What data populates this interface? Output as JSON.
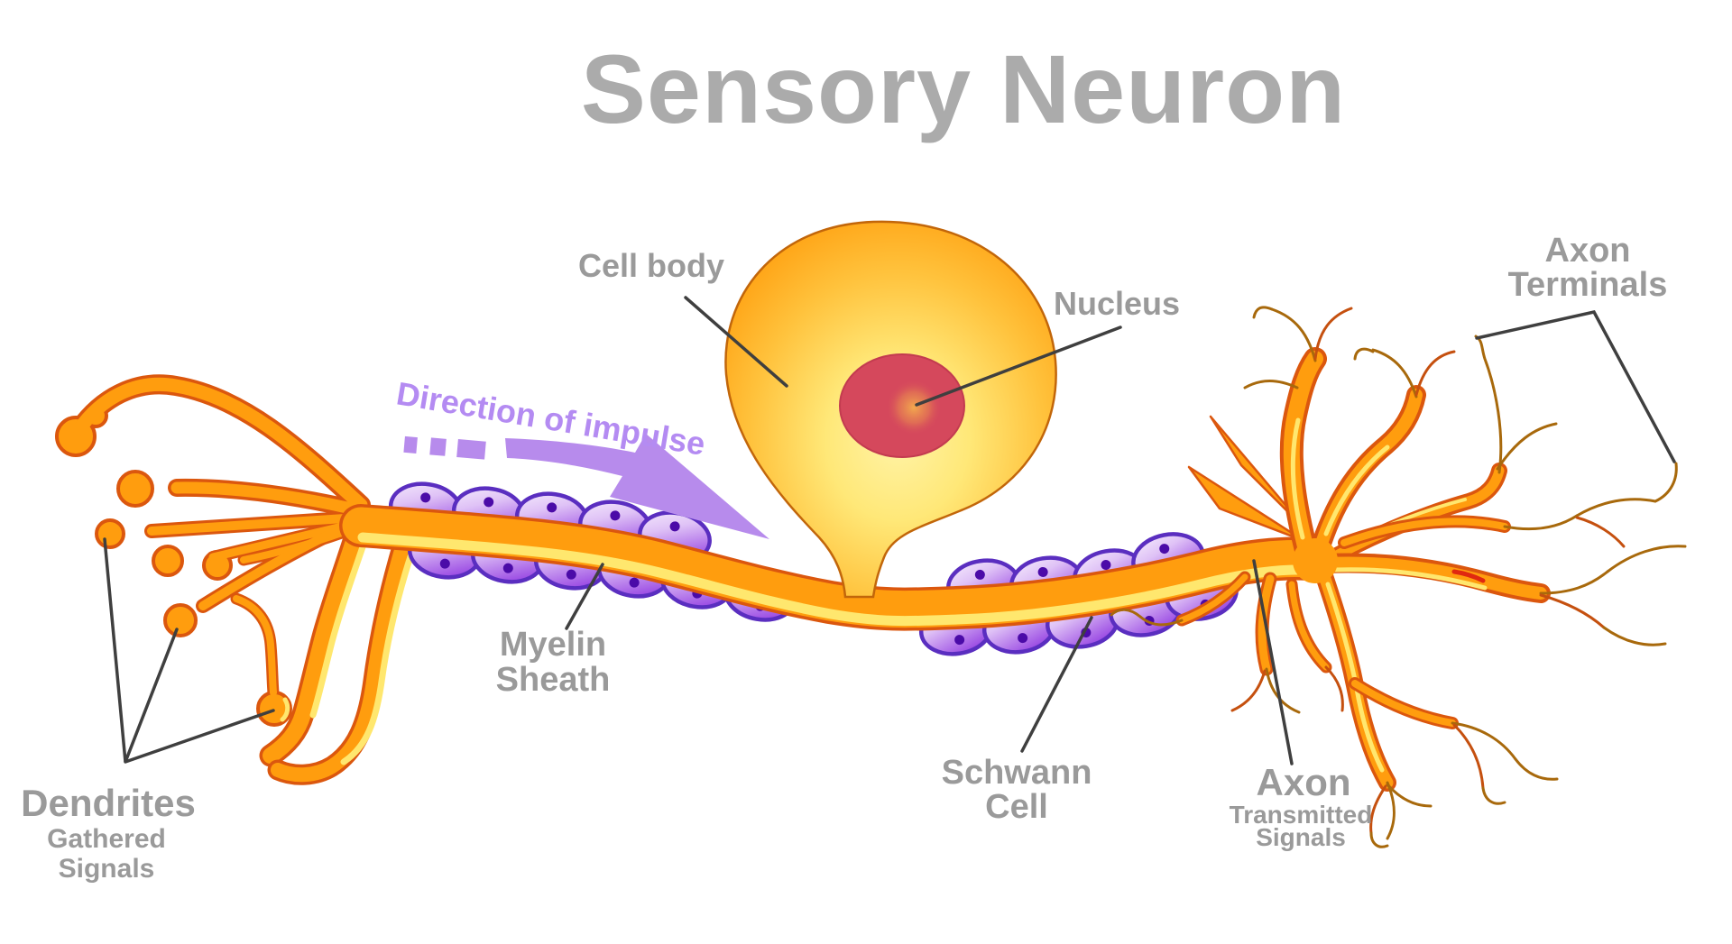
{
  "title": {
    "text": "Sensory Neuron",
    "color": "#ABABAB"
  },
  "direction_arrow": {
    "label": "Direction of impulse",
    "color": "#B48BF2",
    "arrow_color": "#B78BEC"
  },
  "labels": {
    "cell_body": {
      "text": "Cell body"
    },
    "nucleus": {
      "text": "Nucleus"
    },
    "axon_terminals": {
      "line1": "Axon",
      "line2": "Terminals"
    },
    "dendrites": {
      "title": "Dendrites",
      "subtitle1": "Gathered",
      "subtitle2": "Signals"
    },
    "myelin_sheath": {
      "line1": "Myelin",
      "line2": "Sheath"
    },
    "schwann_cell": {
      "line1": "Schwann",
      "line2": "Cell"
    },
    "axon": {
      "title": "Axon",
      "subtitle1": "Transmitted",
      "subtitle2": "Signals"
    }
  },
  "colors": {
    "title_gray": "#ABABAB",
    "label_gray": "#9A9A9A",
    "leader_line": "#3F3F3F",
    "neuron_orange": "#FF9D0E",
    "neuron_outline": "#DB570E",
    "highlight_yellow": "#FFE76E",
    "myelin_purple": "#9D4FE4",
    "myelin_outline": "#5A2EC0",
    "myelin_nucleus_dot": "#4B0BA8",
    "cell_body_center": "#FFF3A6",
    "nucleus_red": "#D5485C",
    "nucleolus_glow": "#F3A94E",
    "impulse_purple": "#B78BEC",
    "twig_brown": "#A8690C",
    "background": "#FFFFFF"
  }
}
